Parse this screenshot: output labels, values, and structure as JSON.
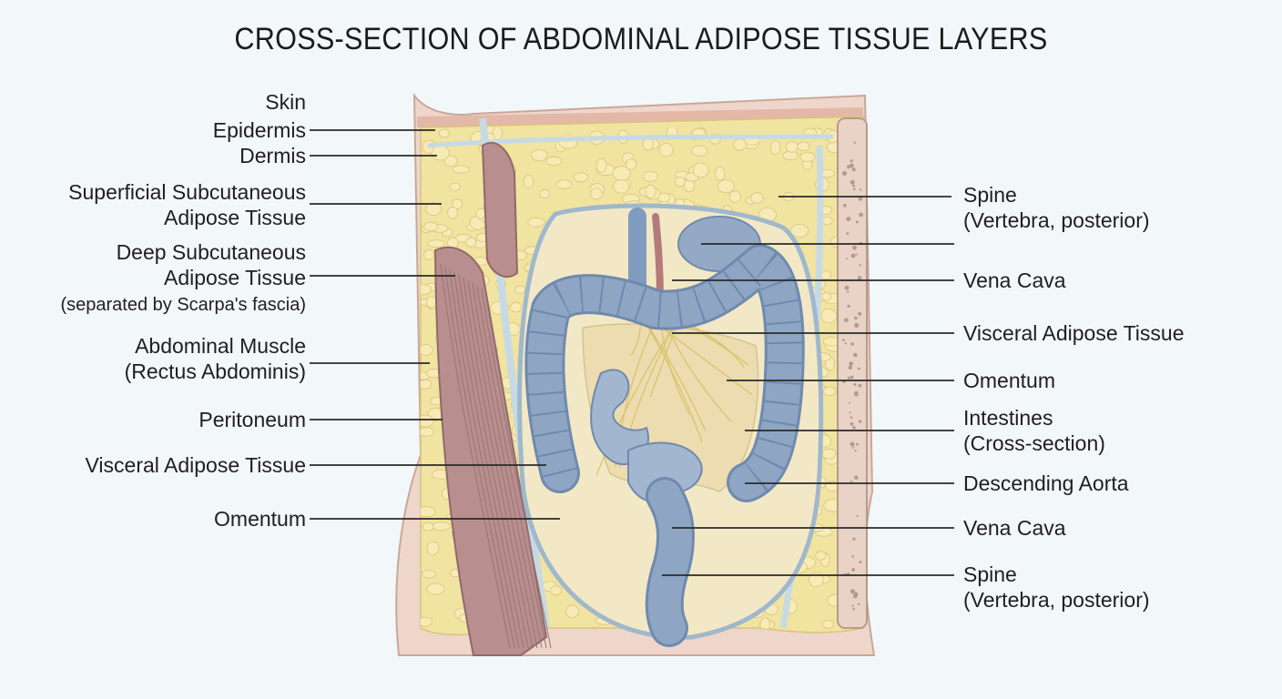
{
  "title": "CROSS-SECTION OF ABDOMINAL ADIPOSE TISSUE LAYERS",
  "left_labels": [
    {
      "lines": [
        "Skin"
      ]
    },
    {
      "lines": [
        "Epidermis"
      ]
    },
    {
      "lines": [
        "Dermis"
      ]
    },
    {
      "lines": [
        "Superficial Subcutaneous",
        "Adipose Tissue"
      ]
    },
    {
      "lines": [
        "Deep Subcutaneous",
        "Adipose Tissue",
        "(separated by Scarpa's fascia)"
      ]
    },
    {
      "lines": [
        "Abdominal Muscle",
        "(Rectus Abdominis)"
      ]
    },
    {
      "lines": [
        "Peritoneum"
      ]
    },
    {
      "lines": [
        "Visceral Adipose Tissue"
      ]
    },
    {
      "lines": [
        "Omentum"
      ]
    }
  ],
  "right_labels": [
    {
      "lines": [
        "Spine",
        "(Vertebra, posterior)"
      ]
    },
    {
      "lines": [
        "Vena Cava"
      ]
    },
    {
      "lines": [
        "Visceral Adipose Tissue"
      ]
    },
    {
      "lines": [
        "Omentum"
      ]
    },
    {
      "lines": [
        "Intestines",
        "(Cross-section)"
      ]
    },
    {
      "lines": [
        "Descending Aorta"
      ]
    },
    {
      "lines": [
        "Vena Cava"
      ]
    },
    {
      "lines": [
        "Spine",
        "(Vertebra, posterior)"
      ]
    }
  ],
  "colors": {
    "background": "#f2f7fa",
    "skin": "#efd6cb",
    "fat": "#f1e3a0",
    "fat_lobule": "#f7eab4",
    "muscle": "#b98e8e",
    "fascia": "#c6dae6",
    "intestine": "#8ea6c4",
    "omentum": "#eddcb0",
    "leader_line": "#2a2a2a"
  }
}
